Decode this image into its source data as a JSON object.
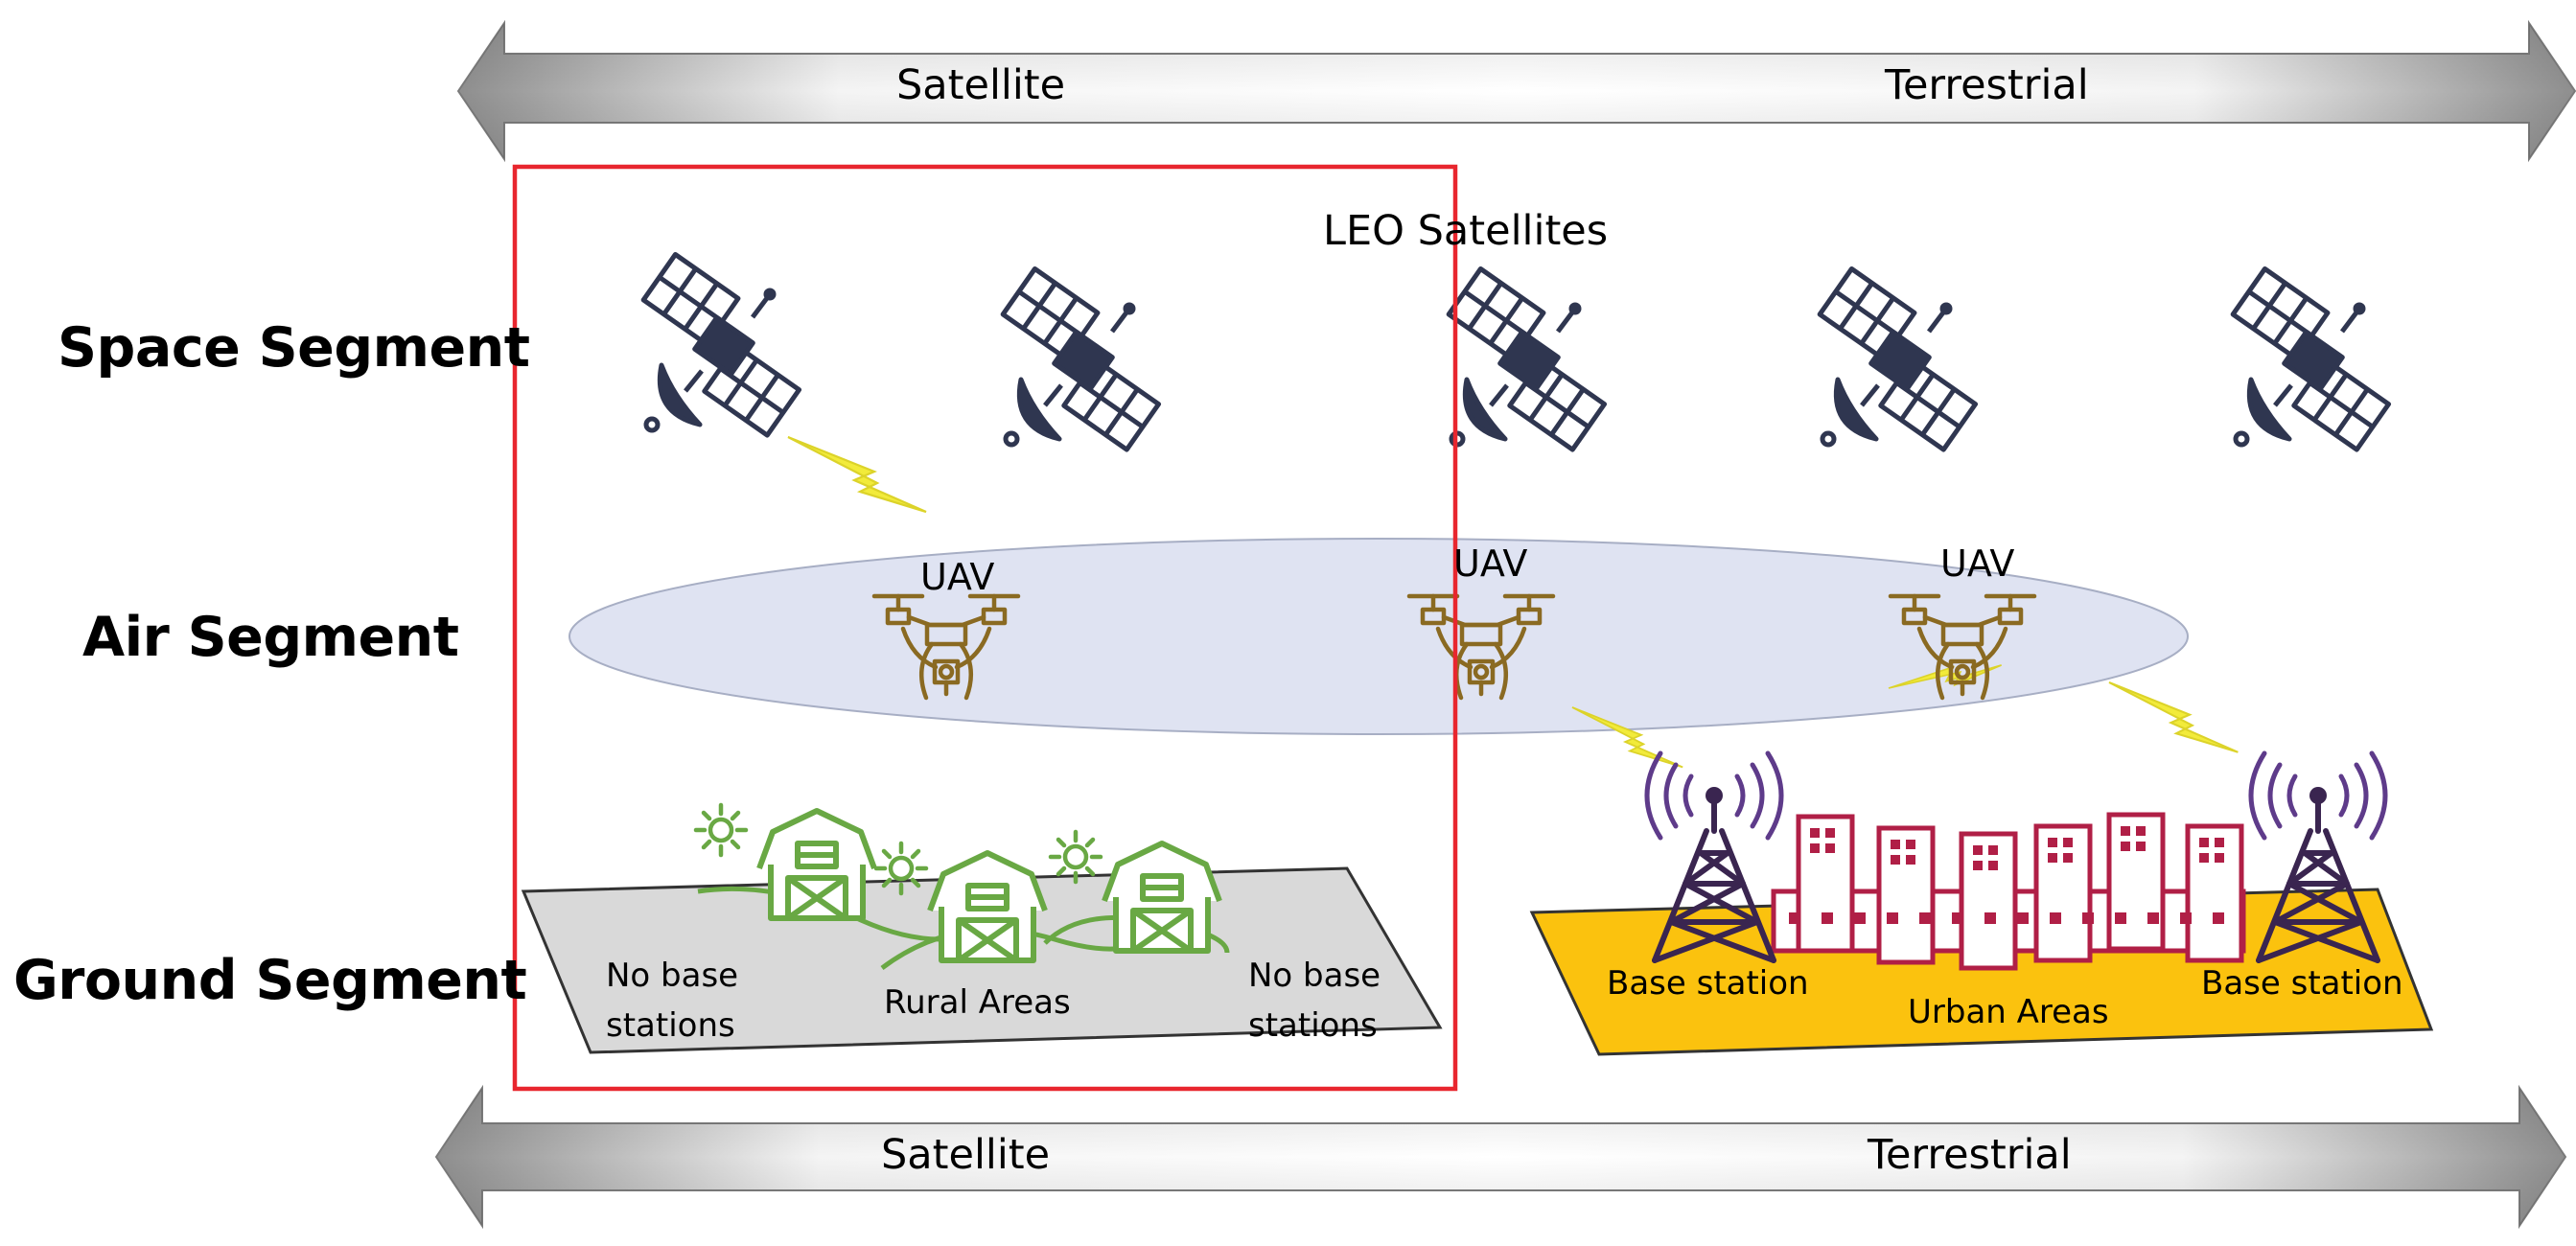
{
  "top_bar": {
    "left": "Satellite",
    "right": "Terrestrial"
  },
  "bottom_bar": {
    "left": "Satellite",
    "right": "Terrestrial"
  },
  "segments": {
    "space": "Space Segment",
    "air": "Air Segment",
    "ground": "Ground Segment"
  },
  "space": {
    "title": "LEO Satellites"
  },
  "air": {
    "uav_labels": [
      "UAV",
      "UAV",
      "UAV"
    ]
  },
  "rural": {
    "area": "Rural Areas",
    "no_base_left": "No base\nstations",
    "no_base_right": "No base\nstations"
  },
  "urban": {
    "area": "Urban Areas",
    "base_left": "Base station",
    "base_right": "Base station"
  },
  "colors": {
    "highlight_box": "#e8262e",
    "satellite": "#2f3650",
    "uav": "#8a6a22",
    "air_ellipse": "#dfe3f2",
    "farm": "#69a844",
    "ground_rural": "#d9d9d9",
    "ground_urban": "#fbc20e",
    "buildings": "#b01f46",
    "tower": "#3a2550",
    "lightning": "#f2eb3a"
  },
  "icons": [
    "satellite-icon",
    "uav-icon",
    "barn-icon",
    "sun-icon",
    "cell-tower-icon",
    "building-icon",
    "lightning-icon"
  ]
}
